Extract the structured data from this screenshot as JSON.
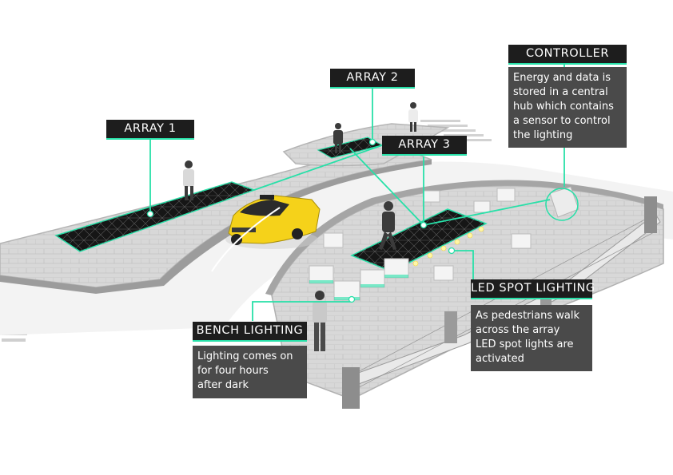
{
  "colors": {
    "accent": "#27e0a8",
    "label_bg": "#1d1d1d",
    "desc_bg": "#4a4a4a",
    "taxi": "#f5d21a",
    "pavement": "#d6d6d6",
    "solar_panel": "#1a1a1a"
  },
  "labels": {
    "array1": "ARRAY 1",
    "array2": "ARRAY 2",
    "array3": "ARRAY 3",
    "controller": "CONTROLLER",
    "led": "LED SPOT LIGHTING",
    "bench": "BENCH LIGHTING"
  },
  "descriptions": {
    "controller": [
      "Energy and data is",
      "stored in a central",
      "hub which contains",
      "a sensor to control",
      "the lighting"
    ],
    "led": [
      "As pedestrians walk",
      "across the array",
      "LED spot lights are",
      "activated"
    ],
    "bench": [
      "Lighting comes on",
      "for four hours",
      "after dark"
    ]
  }
}
